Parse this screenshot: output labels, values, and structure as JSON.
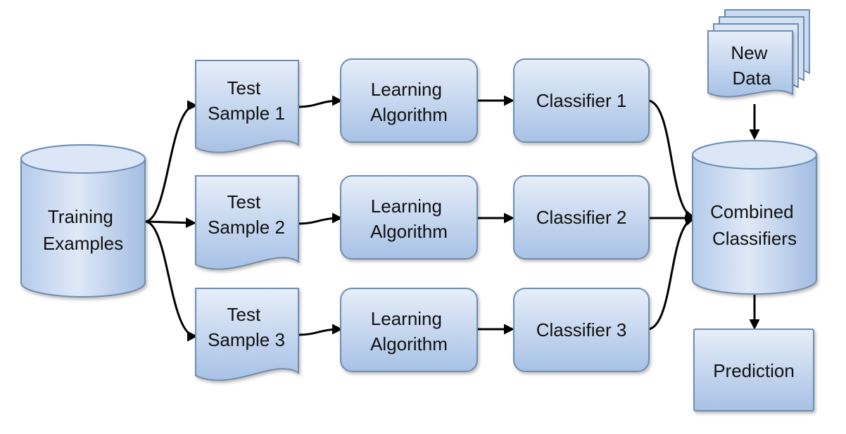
{
  "nodes": {
    "training_examples": {
      "lines": [
        "Training",
        "Examples"
      ]
    },
    "test_sample_1": {
      "lines": [
        "Test",
        "Sample 1"
      ]
    },
    "test_sample_2": {
      "lines": [
        "Test",
        "Sample 2"
      ]
    },
    "test_sample_3": {
      "lines": [
        "Test",
        "Sample 3"
      ]
    },
    "learning_algorithm_1": {
      "lines": [
        "Learning",
        "Algorithm"
      ]
    },
    "learning_algorithm_2": {
      "lines": [
        "Learning",
        "Algorithm"
      ]
    },
    "learning_algorithm_3": {
      "lines": [
        "Learning",
        "Algorithm"
      ]
    },
    "classifier_1": {
      "lines": [
        "Classifier 1"
      ]
    },
    "classifier_2": {
      "lines": [
        "Classifier 2"
      ]
    },
    "classifier_3": {
      "lines": [
        "Classifier 3"
      ]
    },
    "new_data": {
      "lines": [
        "New",
        "Data"
      ]
    },
    "combined_classifiers": {
      "lines": [
        "Combined",
        "Classifiers"
      ]
    },
    "prediction": {
      "lines": [
        "Prediction"
      ]
    }
  },
  "colors": {
    "fill_light": "#e3ecf8",
    "fill_dark": "#a9c3e6",
    "stroke": "#6d8db2",
    "arrow": "#000000",
    "text": "#111111"
  }
}
